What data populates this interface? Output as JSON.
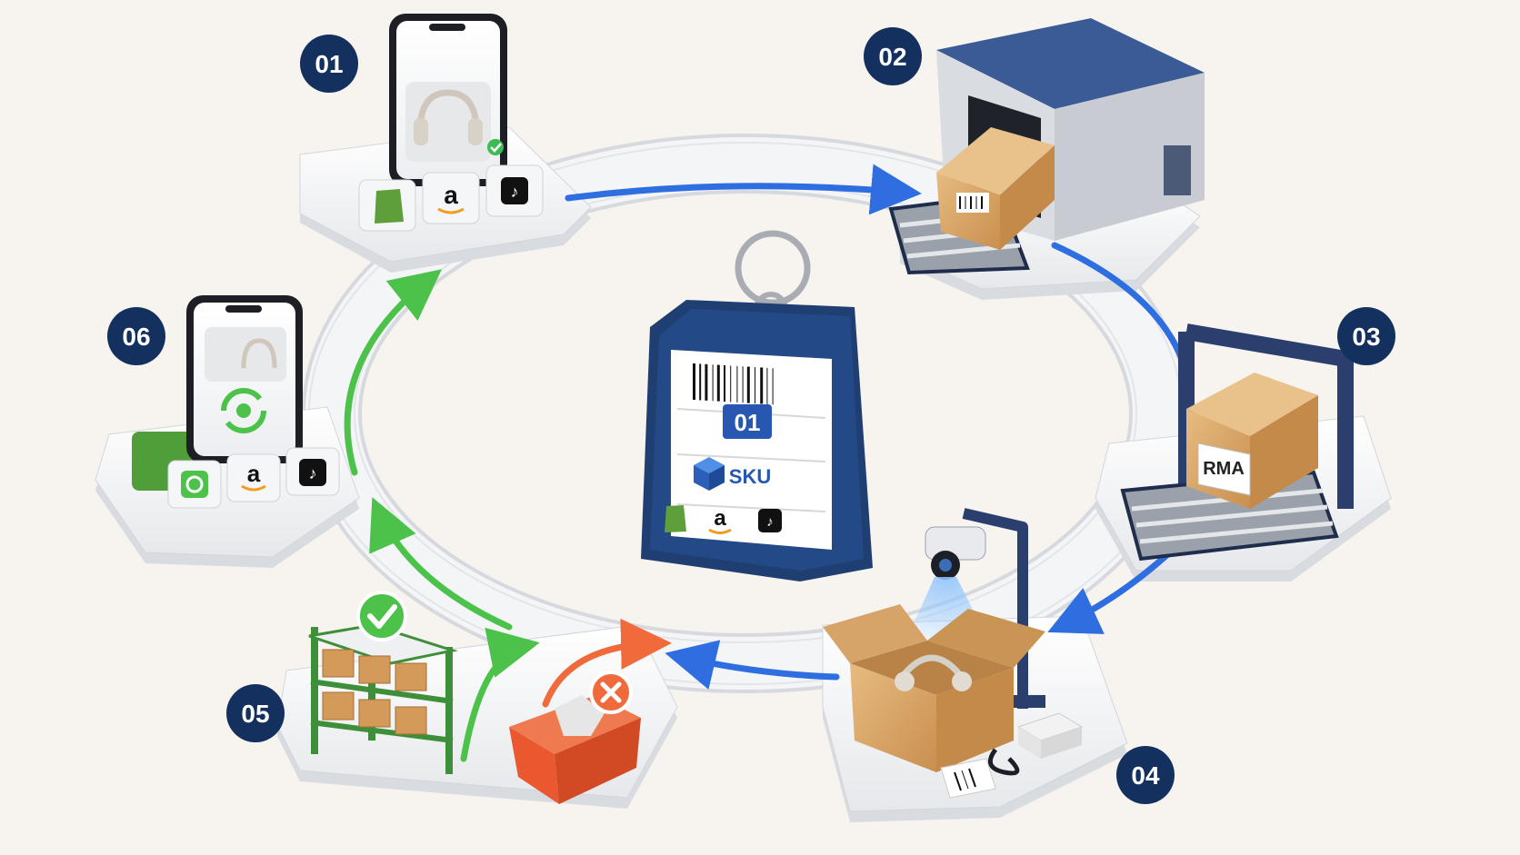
{
  "steps": [
    {
      "number": "01"
    },
    {
      "number": "02"
    },
    {
      "number": "03"
    },
    {
      "number": "04"
    },
    {
      "number": "05"
    },
    {
      "number": "06"
    }
  ],
  "tag": {
    "number": "01",
    "sku_label": "SKU"
  },
  "station_03": {
    "box_label": "RMA"
  },
  "colors": {
    "navy": "#14305e",
    "forward_flow": "#2f6ee0",
    "restock_flow": "#4cc24a",
    "reject_flow": "#f06a3b",
    "platform": "#eef0f2",
    "background": "#f7f3ee",
    "cardboard": "#d9a86a",
    "shelf_green": "#3e8f3a",
    "bin_orange": "#e9582f"
  },
  "icons": {
    "marketplaces": [
      "shopify-icon",
      "amazon-icon",
      "tiktok-icon"
    ],
    "sku": "cube-icon",
    "refund": "refresh-icon",
    "accept": "checkmark-icon",
    "reject": "x-icon"
  }
}
